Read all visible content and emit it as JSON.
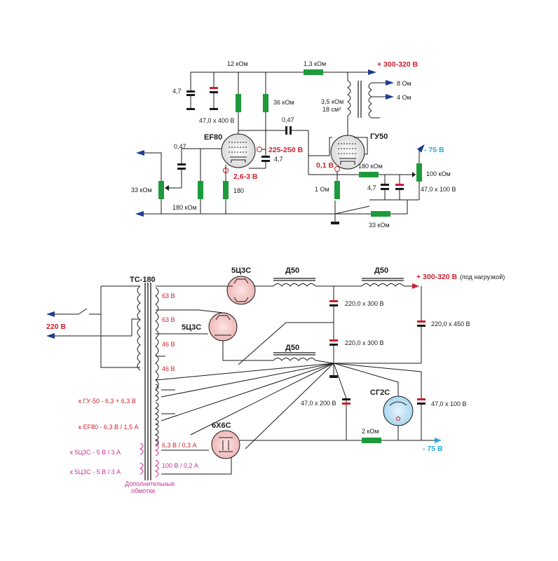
{
  "amp": {
    "r_12k": "12 кОм",
    "r_1_3k": "1,3 кОм",
    "b_plus": "+ 300-320 В",
    "c_4_7_top": "4,7",
    "c_47_400": "47,0 х 400 В",
    "r_36k": "36 кОм",
    "out_8": "8 Ом",
    "out_4": "4 Ом",
    "otr_1": "3,5 кОм",
    "otr_2": "18 см²",
    "ef80": "EF80",
    "gu50": "ГУ50",
    "c_0_47_in": "0,47",
    "c_0_47_cpl": "0,47",
    "v_225": "225-250 В",
    "c_4_7_screen": "4,7",
    "v_2_6": "2,6-3 В",
    "v_0_1": "0,1 В",
    "r_180k_g": "180 кОм",
    "r_33k_pot": "33 кОм",
    "r_180k_bot": "180 кОм",
    "r_180": "180",
    "r_1om": "1 Ом",
    "c_4_7_bias": "4,7",
    "minus75": "- 75 В",
    "r_100k": "100 кОм",
    "c_47_100": "47,0 х 100 В",
    "r_33k_fb": "33 кОм"
  },
  "psu": {
    "tr": "ТС-180",
    "mains": "220 В",
    "w63a": "63 В",
    "w63b": "63 В",
    "w46a": "46 В",
    "w46b": "46 В",
    "k_gu50": "к ГУ-50 - 6,3 + 6,3 В",
    "k_ef80": "к EF80 - 6,3 В / 1,5 А",
    "k_5c3s_1": "к 5Ц3С - 5 В / 3 А",
    "k_5c3s_2": "к 5Ц3С - 5 В / 3 А",
    "w6_3": "6,3 В / 0,3 А",
    "w100": "100 В / 0,2 А",
    "extra_1": "Дополнительные",
    "extra_2": "обмотки",
    "rect1": "5Ц3С",
    "rect2": "5Ц3С",
    "d50_1": "Д50",
    "d50_2": "Д50",
    "d50_3": "Д50",
    "b_plus": "+ 300-320 В",
    "b_note": "(под нагрузкой)",
    "c_220_300a": "220,0 х 300 В",
    "c_220_300b": "220,0 х 300 В",
    "c_220_450": "220,0 х 450 В",
    "sg2s": "СГ2С",
    "c_47_200": "47,0 х 200 В",
    "c_47_100": "47,0 х 100 В",
    "r_2k": "2 кОм",
    "rect3": "6Х6С",
    "minus75": "- 75 В"
  },
  "colors": {
    "wire": "#1a1a1a",
    "resistor": "#1e9a3c",
    "positive_cap": "#cc1f2d",
    "neg_label": "#2aa8d8",
    "aux_label": "#cc2f92",
    "tube_fill": "#f5c9c9",
    "stab_fill": "#bfe2f5",
    "arrow": "#1d3c8e"
  }
}
